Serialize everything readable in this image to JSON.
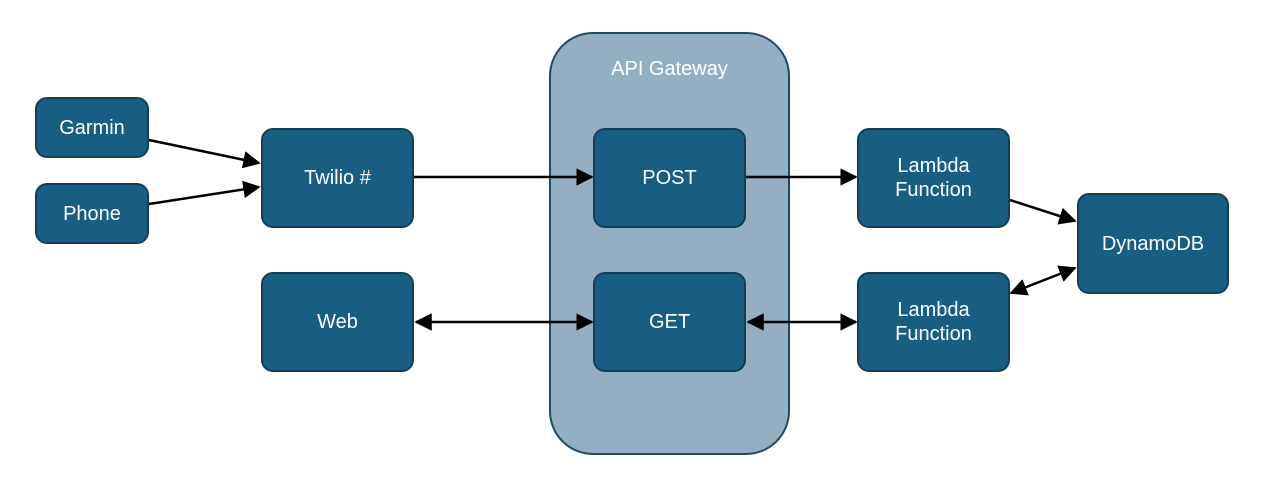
{
  "colors": {
    "node_fill": "#175e82",
    "node_border": "#123f58",
    "group_fill": "#93afc1",
    "group_border": "#1f4a66",
    "edge": "#000000"
  },
  "group": {
    "label": "API Gateway"
  },
  "nodes": {
    "garmin": "Garmin",
    "phone": "Phone",
    "twilio": "Twilio #",
    "web": "Web",
    "post": "POST",
    "get": "GET",
    "lambda_post": "Lambda\nFunction",
    "lambda_get": "Lambda\nFunction",
    "dynamodb": "DynamoDB"
  },
  "edges": [
    {
      "from": "Garmin",
      "to": "Twilio #",
      "direction": "forward"
    },
    {
      "from": "Phone",
      "to": "Twilio #",
      "direction": "forward"
    },
    {
      "from": "Twilio #",
      "to": "POST",
      "direction": "forward"
    },
    {
      "from": "POST",
      "to": "Lambda Function",
      "direction": "forward"
    },
    {
      "from": "Lambda Function",
      "to": "DynamoDB",
      "direction": "forward"
    },
    {
      "from": "Web",
      "to": "GET",
      "direction": "both"
    },
    {
      "from": "GET",
      "to": "Lambda Function",
      "direction": "both"
    },
    {
      "from": "Lambda Function",
      "to": "DynamoDB",
      "direction": "both"
    }
  ]
}
